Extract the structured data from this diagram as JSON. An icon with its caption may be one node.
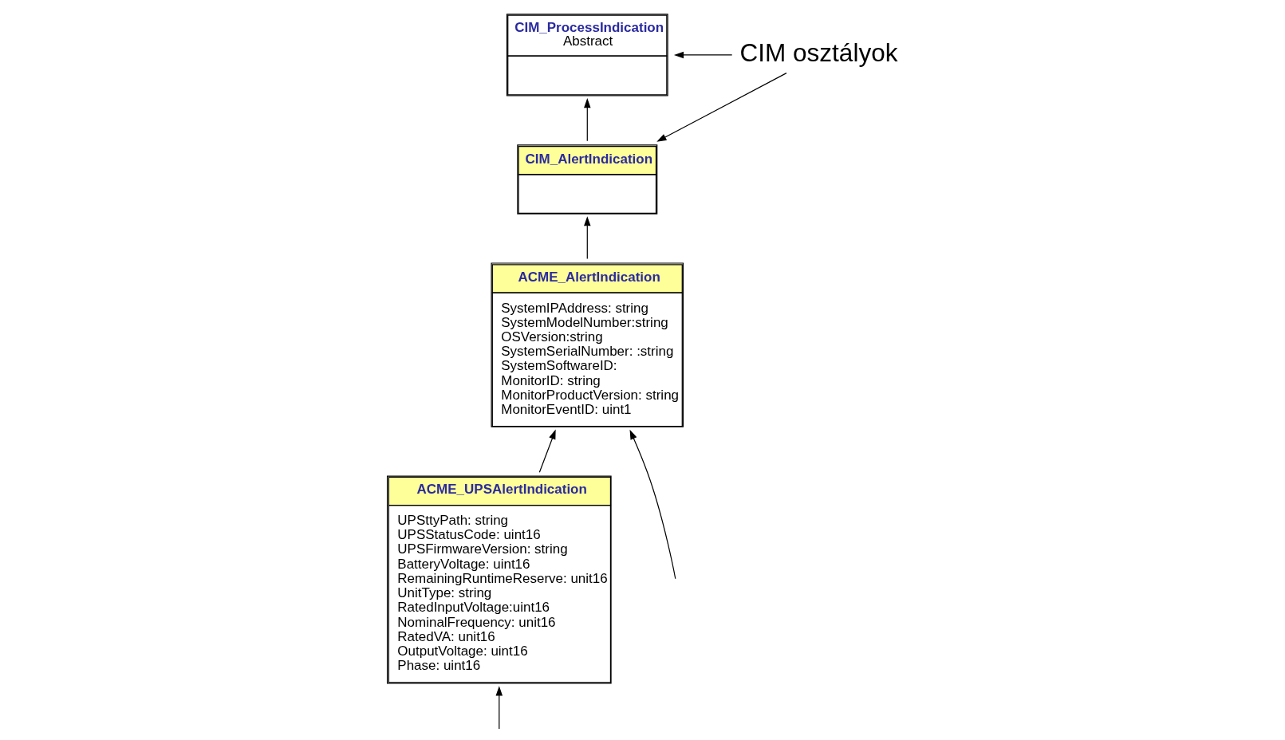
{
  "diagram": {
    "nodes": [
      {
        "text": [
          "CIM_ProcessIndication",
          "Abstract"
        ]
      },
      {
        "text": [
          "CIM_AlertIndication"
        ]
      },
      {
        "text": [
          "ACME_AlertIndication",
          "SystemIPAddress: string",
          "SystemModelNumber:string",
          "OSVersion:string",
          "SystemSerialNumber: :string",
          "SystemSoftwareID:",
          "MonitorID: string",
          "MonitorProductVersion: string",
          "MonitorEventID: uint1"
        ]
      },
      {
        "text": [
          "ACME_UPSAlertIndication",
          "UPSttyPath: string",
          "UPSStatusCode: uint16",
          "UPSFirmwareVersion: string",
          "BatteryVoltage: uint16",
          "RemainingRuntimeReserve: unit16",
          "UnitType: string",
          "RatedInputVoltage:uint16",
          "NominalFrequency: unit16",
          "RatedVA: unit16",
          "OutputVoltage: uint16",
          "Phase: uint16"
        ]
      },
      {
        "text": [
          "CIM osztályok"
        ]
      }
    ],
    "edges": [
      {
        "from": 1,
        "to": 0,
        "arrow": "to"
      },
      {
        "from": 2,
        "to": 1,
        "arrow": "to"
      },
      {
        "from": 3,
        "to": 2,
        "arrow": "to"
      },
      {
        "from": 4,
        "to": 0,
        "arrow": "to"
      },
      {
        "from": 4,
        "to": 1,
        "arrow": "to"
      },
      {
        "from": null,
        "to": 2,
        "arrow": "to"
      },
      {
        "from": null,
        "to": 3,
        "arrow": "to"
      }
    ]
  }
}
